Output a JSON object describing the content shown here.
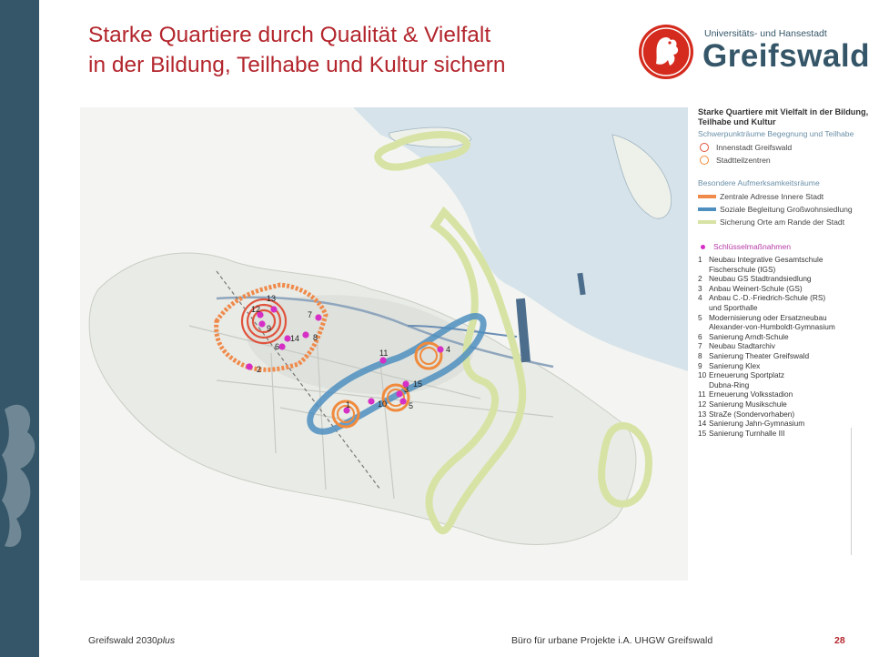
{
  "title": {
    "line1": "Starke Quartiere durch Qualität & Vielfalt",
    "line2": "in der Bildung, Teilhabe und Kultur sichern"
  },
  "logo": {
    "subtitle": "Universitäts- und Hansestadt",
    "name": "Greifswald"
  },
  "legend": {
    "title": "Starke Quartiere mit Vielfalt in der Bildung, Teilhabe und Kultur",
    "section1": "Schwerpunkträume Begegnung und Teilhabe",
    "rings": [
      {
        "label": "Innenstadt Greifswald",
        "color": "#e0533d"
      },
      {
        "label": "Stadtteilzentren",
        "color": "#f08a3c"
      }
    ],
    "section2": "Besondere Aufmerksamkeitsräume",
    "areas": [
      {
        "label": "Zentrale Adresse Innere Stadt",
        "color": "#ef8a4a"
      },
      {
        "label": "Soziale Begleitung Großwohnsiedlung",
        "color": "#4f8fc0"
      },
      {
        "label": "Sicherung Orte am Rande der Stadt",
        "color": "#d7e3a5"
      }
    ],
    "key_title": "Schlüsselmaßnahmen",
    "measures": [
      {
        "num": "1",
        "text": "Neubau Integrative Gesamtschule\nFischerschule (IGS)"
      },
      {
        "num": "2",
        "text": "Neubau GS Stadtrandsiedlung"
      },
      {
        "num": "3",
        "text": "Anbau Weinert-Schule (GS)"
      },
      {
        "num": "4",
        "text": "Anbau C.-D.-Friedrich-Schule (RS)\nund Sporthalle"
      },
      {
        "num": "5",
        "text": "Modernisierung oder Ersatzneubau\nAlexander-von-Humboldt-Gymnasium"
      },
      {
        "num": "6",
        "text": "Sanierung Arndt-Schule"
      },
      {
        "num": "7",
        "text": "Neubau Stadtarchiv"
      },
      {
        "num": "8",
        "text": "Sanierung Theater Greifswald"
      },
      {
        "num": "9",
        "text": "Sanierung Klex"
      },
      {
        "num": "10",
        "text": "Erneuerung Sportplatz\nDubna-Ring"
      },
      {
        "num": "11",
        "text": "Erneuerung Volksstadion"
      },
      {
        "num": "12",
        "text": "Sanierung Musikschule"
      },
      {
        "num": "13",
        "text": "StraZe (Sondervorhaben)"
      },
      {
        "num": "14",
        "text": "Sanierung Jahn-Gymnasium"
      },
      {
        "num": "15",
        "text": "Sanierung Turnhalle III"
      }
    ]
  },
  "colors": {
    "marker": "#d62fc5",
    "title_red": "#b3262d",
    "sidebar": "#355668"
  },
  "footer": {
    "left_main": "Greifswald 2030",
    "left_italic": "plus",
    "center": "Büro für urbane Projekte i.A. UHGW Greifswald",
    "page": "28"
  }
}
